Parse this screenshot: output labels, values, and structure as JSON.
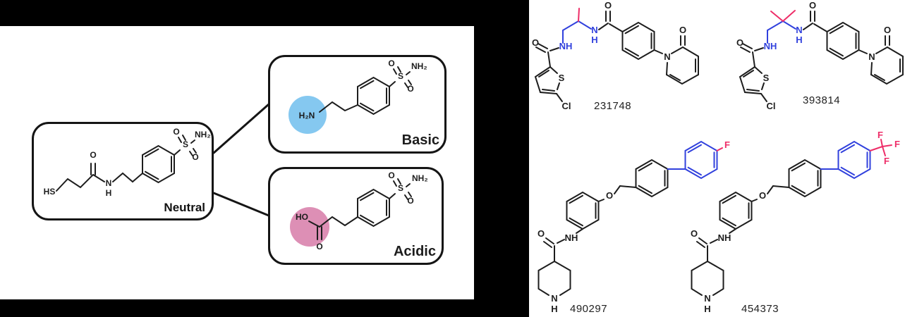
{
  "panels": {
    "left": {
      "neutral": {
        "label": "Neutral",
        "atoms": {
          "hs": "HS",
          "o": "O",
          "n": "N",
          "h": "H",
          "s": "S",
          "o1": "O",
          "o2": "O",
          "nh2": "NH₂"
        }
      },
      "basic": {
        "label": "Basic",
        "atoms": {
          "h2n": "H₂N",
          "s": "S",
          "o1": "O",
          "o2": "O",
          "nh2": "NH₂"
        }
      },
      "acidic": {
        "label": "Acidic",
        "atoms": {
          "ho": "HO",
          "o": "O",
          "s": "S",
          "o1": "O",
          "o2": "O",
          "nh2": "NH₂"
        }
      }
    },
    "right": {
      "molecules": [
        {
          "id": "231748",
          "atoms": {
            "o_amide": "O",
            "nh": "NH",
            "n": "N",
            "h": "H",
            "o_benzamide": "O",
            "s": "S",
            "cl": "Cl",
            "n_pyridone": "N",
            "o_pyridone": "O"
          }
        },
        {
          "id": "393814",
          "atoms": {
            "o_amide": "O",
            "nh": "NH",
            "n": "N",
            "h": "H",
            "o_benzamide": "O",
            "s": "S",
            "cl": "Cl",
            "n_pyridone": "N",
            "o_pyridone": "O"
          }
        },
        {
          "id": "490297",
          "atoms": {
            "o_amide": "O",
            "nh": "NH",
            "n_pip": "N",
            "h_pip": "H",
            "o_ether": "O",
            "f1": "F"
          }
        },
        {
          "id": "454373",
          "atoms": {
            "o_amide": "O",
            "nh": "NH",
            "n_pip": "N",
            "h_pip": "H",
            "o_ether": "O",
            "f1": "F",
            "f2": "F",
            "f3": "F"
          }
        }
      ]
    }
  },
  "colors": {
    "background": "#000000",
    "panel": "#ffffff",
    "bond": "#1d1d1d",
    "highlight_blue": "#3141dd",
    "highlight_pink": "#ee2d68",
    "basic_label": "#4a90e8",
    "basic_circle": "#85c8f0",
    "acidic_label": "#c9295e",
    "acidic_circle": "#dd8fb5"
  }
}
